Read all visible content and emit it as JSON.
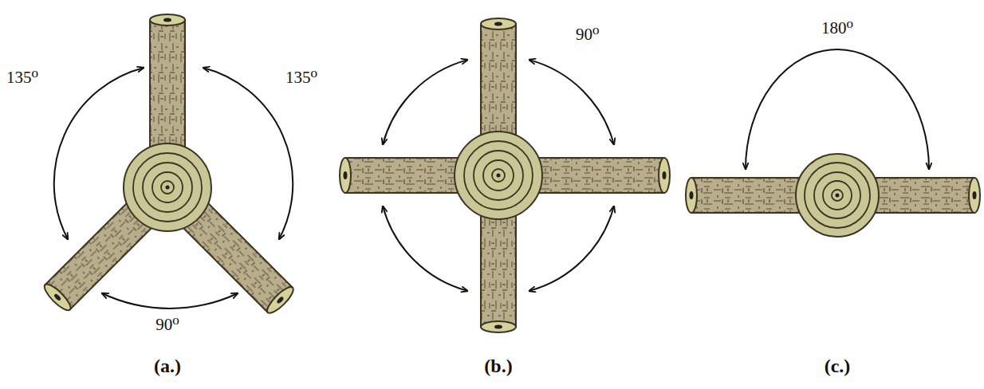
{
  "diagram": {
    "labels": [
      "135⁰",
      "135⁰",
      "90⁰",
      "90⁰",
      "180⁰",
      "(a.)",
      "(b.)",
      "(c.)"
    ]
  }
}
